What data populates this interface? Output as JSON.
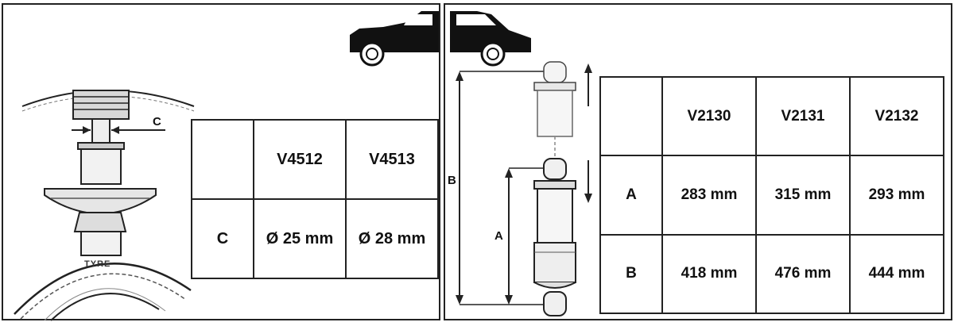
{
  "left_panel": {
    "dimension_label": "C",
    "tyre_label": "TYRE",
    "table": {
      "columns": [
        "",
        "V4512",
        "V4513"
      ],
      "rows": [
        {
          "label": "C",
          "values": [
            "Ø 25 mm",
            "Ø 28 mm"
          ]
        }
      ]
    }
  },
  "right_panel": {
    "dimension_labels": {
      "a": "A",
      "b": "B"
    },
    "table": {
      "columns": [
        "",
        "V2130",
        "V2131",
        "V2132"
      ],
      "rows": [
        {
          "label": "A",
          "values": [
            "283 mm",
            "315 mm",
            "293 mm"
          ]
        },
        {
          "label": "B",
          "values": [
            "418 mm",
            "476 mm",
            "444 mm"
          ]
        }
      ]
    }
  },
  "icons": [
    "car-front-icon",
    "car-rear-icon",
    "shock-absorber-icon",
    "strut-mount-icon"
  ]
}
